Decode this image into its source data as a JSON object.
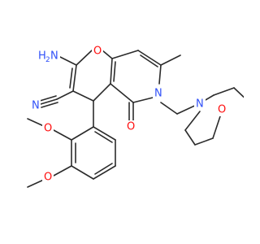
{
  "colors": {
    "bond": "#2b2b2b",
    "oxygen": "#ff0d0d",
    "nitrogen": "#3050f8",
    "carbon_text": "#2b2b2b",
    "background": "#ffffff"
  },
  "labels": {
    "amino_h": "H",
    "amino_sub": "2",
    "amino_n": "N",
    "nitrile_n": "N",
    "pyran_o": "O",
    "methyl": "",
    "ring_n": "N",
    "keto_o": "O",
    "morph_n": "N",
    "morph_o": "O",
    "ome1_o": "O",
    "ome2_o": "O"
  }
}
